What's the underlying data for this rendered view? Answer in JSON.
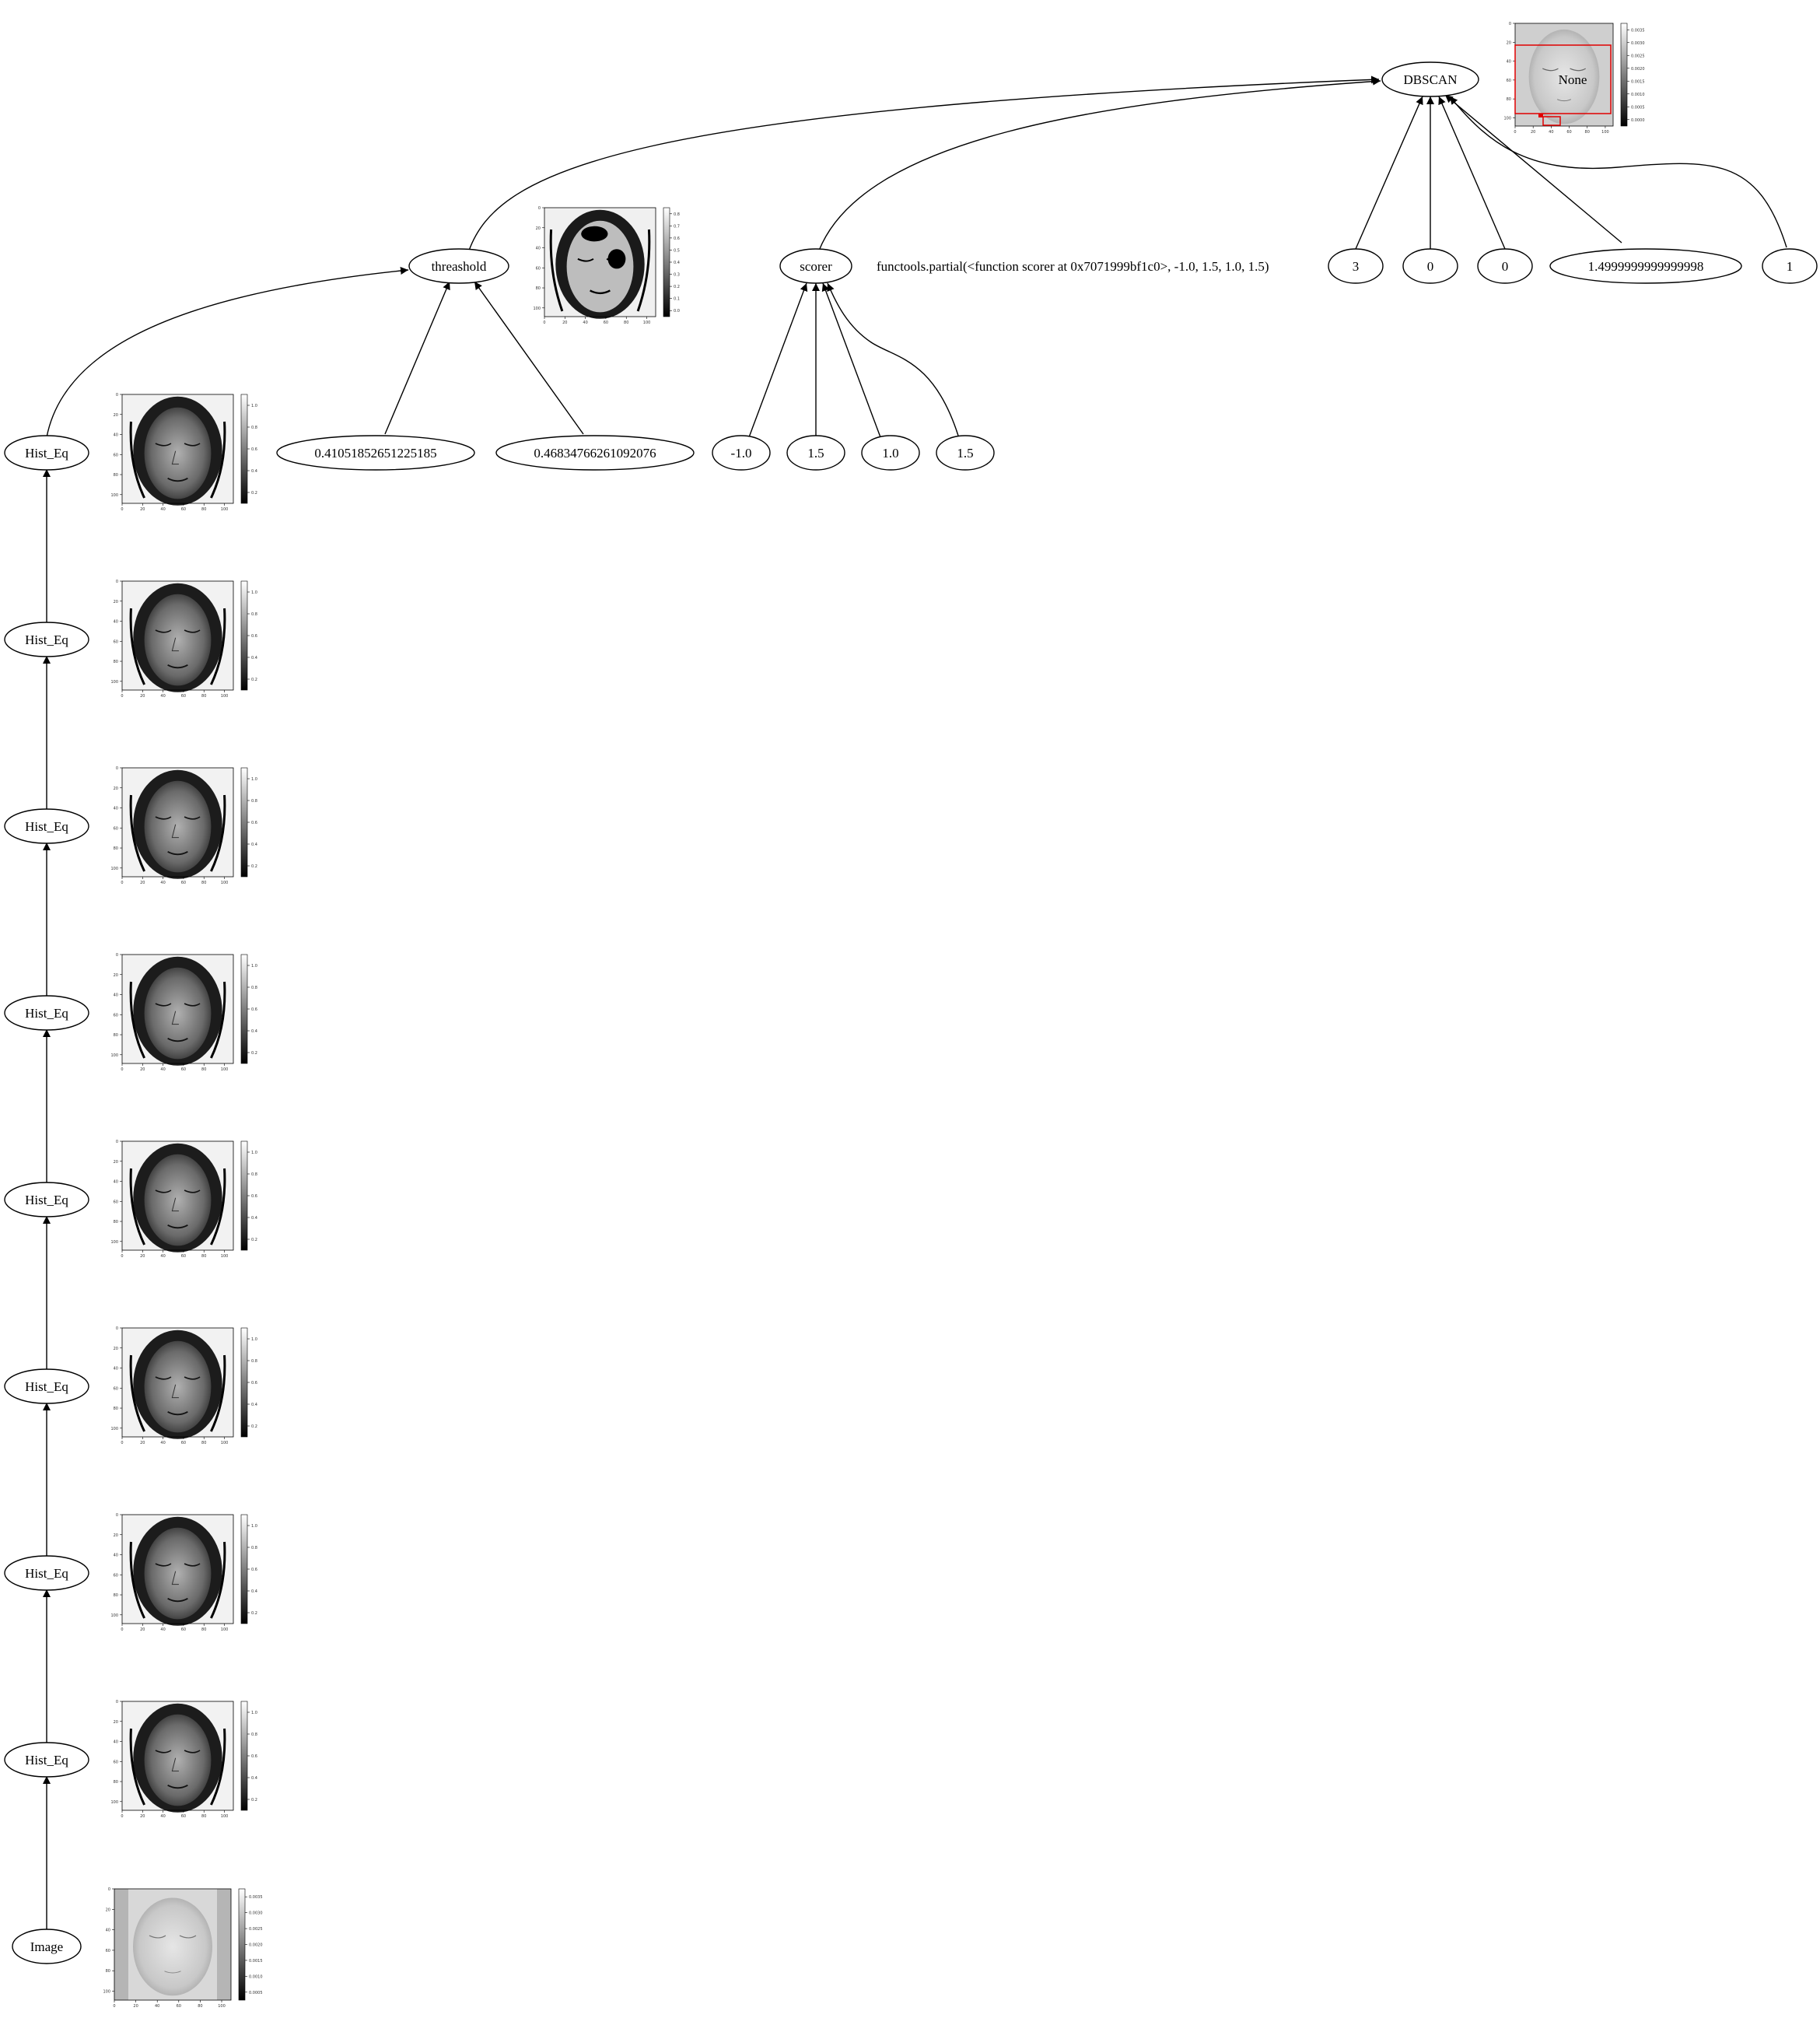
{
  "nodes": {
    "dbscan": "DBSCAN",
    "dbscan_out": "None",
    "threashold": "threashold",
    "scorer": "scorer",
    "partial_text": "functools.partial(<function scorer at 0x7071999bf1c0>, -1.0, 1.5, 1.0, 1.5)",
    "dbscan_args": [
      "3",
      "0",
      "0",
      "1.4999999999999998",
      "1"
    ],
    "threashold_args": [
      "0.41051852651225185",
      "0.46834766261092076"
    ],
    "scorer_args": [
      "-1.0",
      "1.5",
      "1.0",
      "1.5"
    ],
    "hist_eq": [
      "Hist_Eq",
      "Hist_Eq",
      "Hist_Eq",
      "Hist_Eq",
      "Hist_Eq",
      "Hist_Eq",
      "Hist_Eq",
      "Hist_Eq"
    ],
    "image": "Image"
  },
  "thumbnails": {
    "hist_eq_ticks_x": [
      "0",
      "20",
      "40",
      "60",
      "80",
      "100"
    ],
    "hist_eq_ticks_y": [
      "0",
      "20",
      "40",
      "60",
      "80",
      "100"
    ],
    "hist_eq_colorbar": [
      "1.0",
      "0.8",
      "0.6",
      "0.4",
      "0.2"
    ],
    "threashold_colorbar": [
      "0.8",
      "0.7",
      "0.6",
      "0.5",
      "0.4",
      "0.3",
      "0.2",
      "0.1",
      "0.0"
    ],
    "image_colorbar": [
      "0.0035",
      "0.0030",
      "0.0025",
      "0.0020",
      "0.0015",
      "0.0010",
      "0.0005"
    ],
    "dbscan_colorbar": [
      "0.0035",
      "0.0030",
      "0.0025",
      "0.0020",
      "0.0015",
      "0.0010",
      "0.0005",
      "0.0000"
    ]
  },
  "colors": {
    "edge": "#000000",
    "detection_box": "#e00000"
  }
}
